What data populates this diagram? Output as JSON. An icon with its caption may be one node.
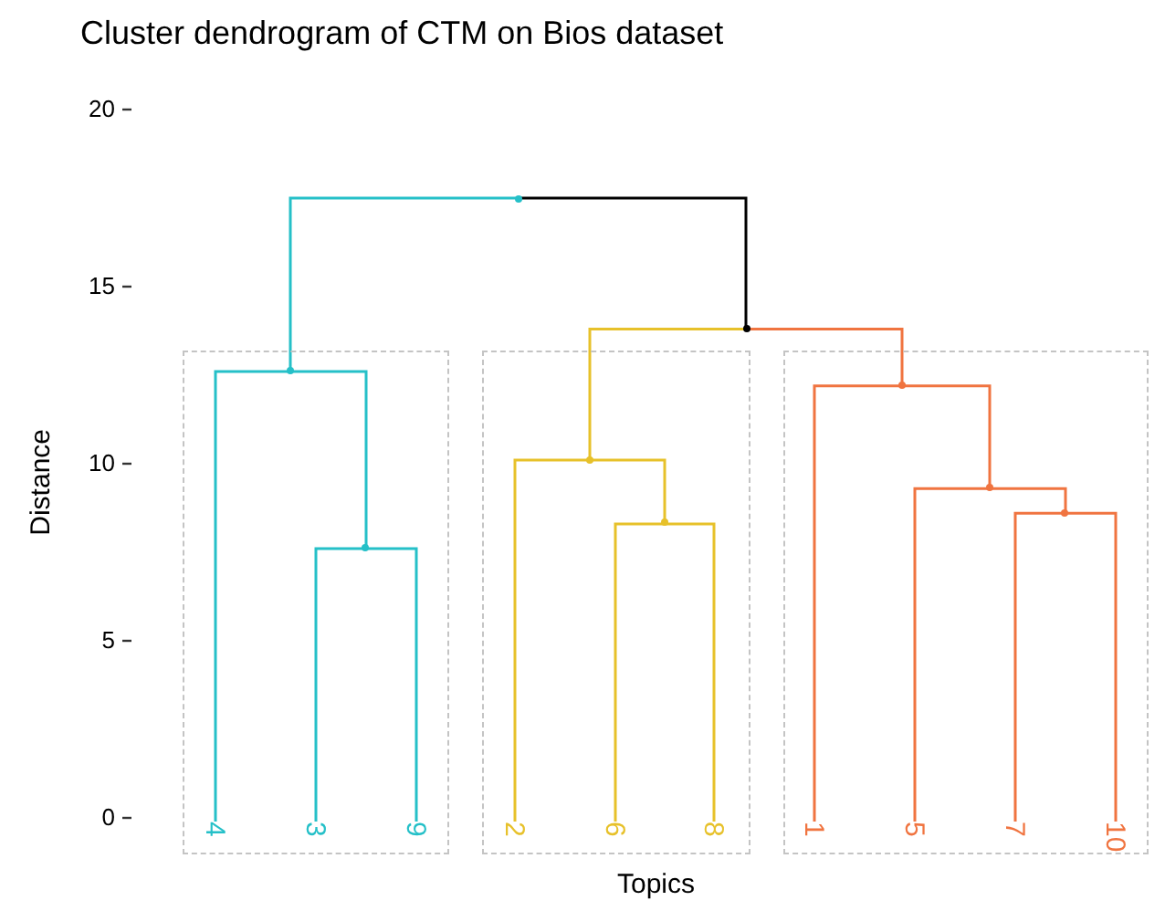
{
  "diagram": {
    "title": "Cluster dendrogram of CTM on Bios dataset",
    "nodes": [
      {
        "text": [],
        "shape": "box"
      },
      {
        "text": [
          "4"
        ],
        "in": 0
      },
      {
        "text": [
          "3"
        ],
        "in": 0
      },
      {
        "text": [
          "9"
        ],
        "in": 0
      },
      {
        "text": [],
        "shape": "box"
      },
      {
        "text": [
          "2"
        ],
        "in": 4
      },
      {
        "text": [
          "6"
        ],
        "in": 4
      },
      {
        "text": [
          "8"
        ],
        "in": 4
      },
      {
        "text": [],
        "shape": "box"
      },
      {
        "text": [
          "1"
        ],
        "in": 8
      },
      {
        "text": [
          "5"
        ],
        "in": 8
      },
      {
        "text": [
          "7"
        ],
        "in": 8
      },
      {
        "text": [
          "10"
        ],
        "in": 8
      },
      {
        "text": [],
        "shape": "point"
      },
      {
        "text": [],
        "shape": "point",
        "in": 0
      },
      {
        "text": [],
        "shape": "point",
        "in": 0
      },
      {
        "text": [],
        "shape": "point"
      },
      {
        "text": [],
        "shape": "point",
        "in": 4
      },
      {
        "text": [],
        "shape": "point",
        "in": 4
      },
      {
        "text": [],
        "shape": "point",
        "in": 8
      },
      {
        "text": [],
        "shape": "point",
        "in": 8
      },
      {
        "text": [],
        "shape": "point",
        "in": 8
      }
    ],
    "edges": [
      {
        "from": 13,
        "to": 14,
        "arrow": "none",
        "color": "#25c0c8"
      },
      {
        "from": 13,
        "to": 16,
        "arrow": "none",
        "color": "#000000"
      },
      {
        "from": 14,
        "to": 1,
        "arrow": "none",
        "color": "#25c0c8"
      },
      {
        "from": 14,
        "to": 15,
        "arrow": "none",
        "color": "#25c0c8"
      },
      {
        "from": 15,
        "to": 2,
        "arrow": "none",
        "color": "#25c0c8"
      },
      {
        "from": 15,
        "to": 3,
        "arrow": "none",
        "color": "#25c0c8"
      },
      {
        "from": 16,
        "to": 17,
        "arrow": "none",
        "color": "#e7c12a"
      },
      {
        "from": 16,
        "to": 19,
        "arrow": "none"
      },
      {
        "from": 17,
        "to": 5,
        "arrow": "none",
        "color": "#e7c12a"
      },
      {
        "from": 17,
        "to": 18,
        "arrow": "none",
        "color": "#e7c12a"
      },
      {
        "from": 18,
        "to": 6,
        "arrow": "none",
        "color": "#e7c12a"
      },
      {
        "from": 18,
        "to": 7,
        "arrow": "none",
        "color": "#e7c12a"
      },
      {
        "from": 19,
        "to": 9,
        "arrow": "none"
      },
      {
        "from": 19,
        "to": 20,
        "arrow": "none"
      },
      {
        "from": 20,
        "to": 10,
        "arrow": "none"
      },
      {
        "from": 20,
        "to": 21,
        "arrow": "none"
      },
      {
        "from": 21,
        "to": 11,
        "arrow": "none"
      },
      {
        "from": 21,
        "to": 12,
        "arrow": "none"
      }
    ],
    "labels": [
      "20",
      "15",
      "10",
      "5",
      "0",
      "Distance",
      "Topics"
    ]
  }
}
